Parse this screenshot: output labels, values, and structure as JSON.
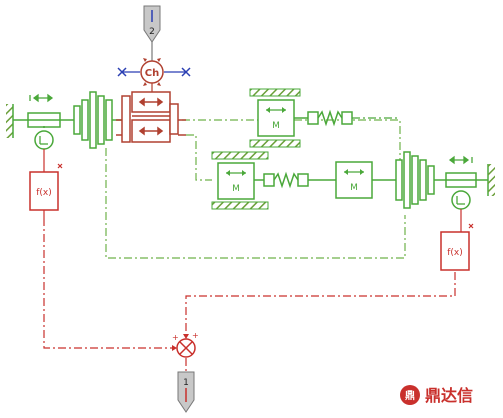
{
  "diagram": {
    "port_top_label": "2",
    "port_bottom_label": "1",
    "clutch_label": "Ch",
    "mass_labels": [
      "M",
      "M",
      "M"
    ],
    "sensor_labels": [
      "f(x)",
      "f(x)"
    ],
    "watermark_text": "鼎达信"
  },
  "colors": {
    "mech": "#4aa83a",
    "signal_red": "#c9302c",
    "clutch": "#b04030",
    "hatch": "#8a8a8a",
    "port_fill": "#c8c8c8",
    "blue": "#2b3fb3"
  }
}
